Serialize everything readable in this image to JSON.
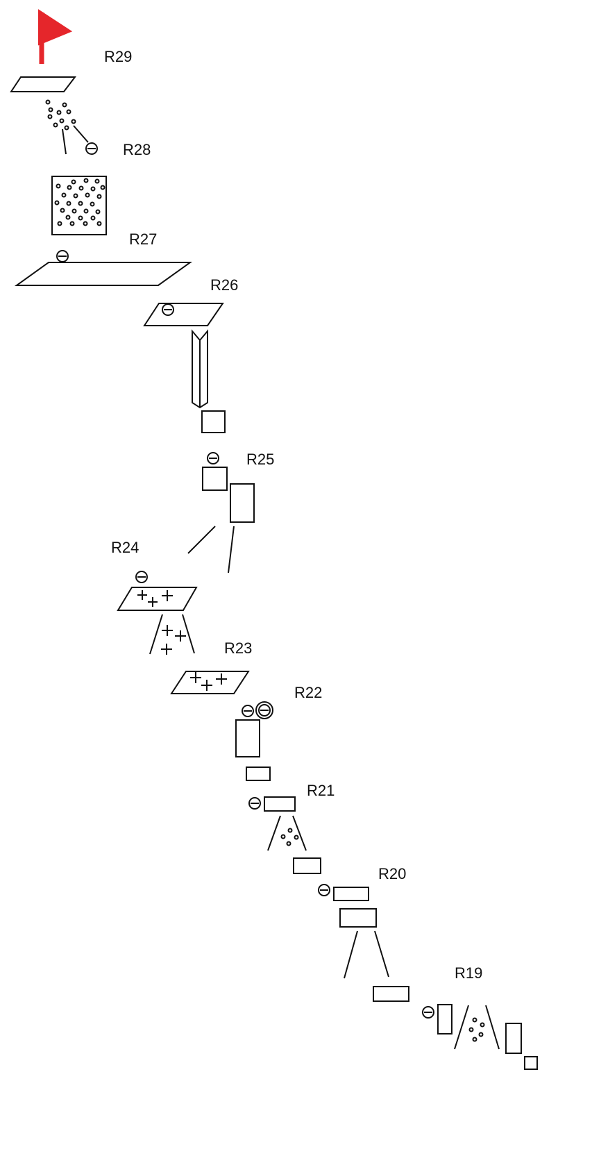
{
  "routes": {
    "r29": "R29",
    "r28": "R28",
    "r27": "R27",
    "r26": "R26",
    "r25": "R25",
    "r24": "R24",
    "r23": "R23",
    "r22": "R22",
    "r21": "R21",
    "r20": "R20",
    "r19": "R19"
  },
  "colors": {
    "flag": "#e5262b",
    "stroke": "#111111",
    "background": "#ffffff"
  },
  "icons": {
    "flag": "finish-flag-icon",
    "hold": "hold-symbol-icon",
    "jug": "double-ring-hold-icon"
  }
}
